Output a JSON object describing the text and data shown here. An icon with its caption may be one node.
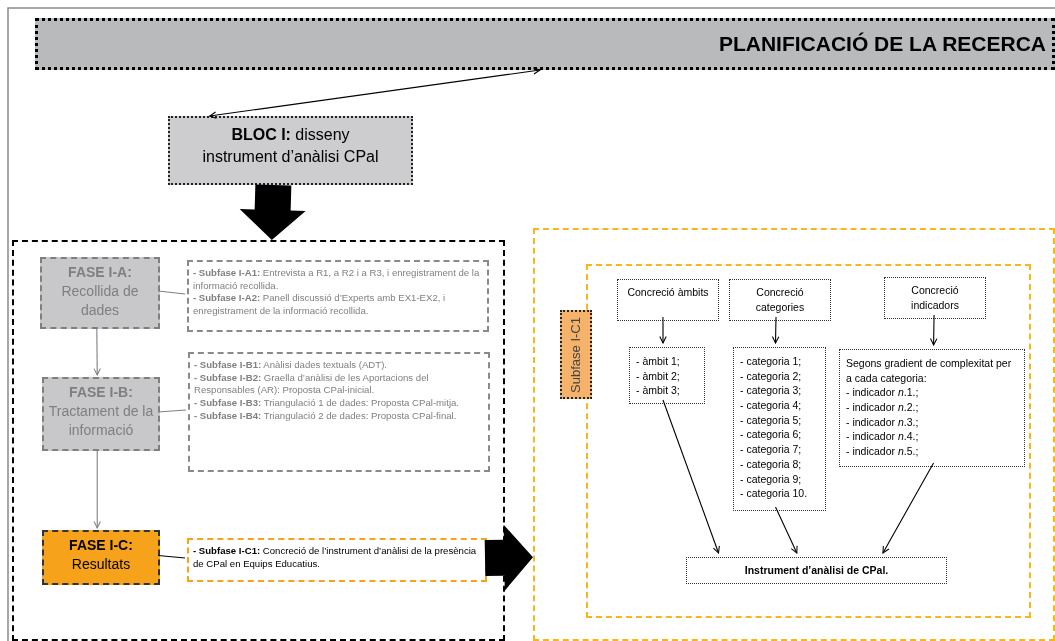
{
  "diagram": {
    "nodes": [
      {
        "text": [
          "PLANIFICACIÓ DE LA RECERCA"
        ]
      },
      {
        "text": [
          "**BLOC I:** disseny instrument d’anàlisi CPal"
        ]
      },
      {
        "text": [],
        "shape": "box"
      },
      {
        "text": [
          "FASE I-A:",
          "Recollida de dades"
        ],
        "in": 2
      },
      {
        "text": [
          "**- Subfase I-A1:** Entrevista a R1, a R2 i a R3, i enregistrament de la informació recollida.",
          "**- Subfase I-A2:** Panell discussió d’Experts amb EX1-EX2, i enregistrament de la informació recollida."
        ],
        "in": 2
      },
      {
        "text": [
          "FASE I-B:",
          "Tractament de la informació"
        ],
        "in": 2
      },
      {
        "text": [
          "**- Subfase I-B1:** Anàlisi dades textuals (ADT).",
          "**- Subfase I-B2:** Graella d’anàlisi de les Aportacions del Responsables (AR): Proposta CPal-inicial.",
          "**- Subfase I-B3:** Triangulació 1 de dades: Proposta CPal-mitja.",
          "**- Subfase I-B4:** Triangulació 2 de dades: Proposta CPal-final."
        ],
        "in": 2
      },
      {
        "text": [
          "FASE I-C:",
          "Resultats"
        ],
        "in": 2
      },
      {
        "text": [
          "**- Subfase I-C1:** Concreció de l’instrument d’anàlisi de la presència de CPal en Equips Educatius."
        ],
        "in": 2
      },
      {
        "text": [],
        "shape": "box"
      },
      {
        "text": [],
        "shape": "box",
        "in": 9
      },
      {
        "text": [
          "Subfase I-C1"
        ],
        "in": 9
      },
      {
        "text": [
          "Concreció àmbits"
        ],
        "in": 10
      },
      {
        "text": [
          "Concreció categories"
        ],
        "in": 10
      },
      {
        "text": [
          "Concreció indicadors"
        ],
        "in": 10
      },
      {
        "text": [
          "- àmbit 1;",
          "- àmbit 2;",
          "- àmbit 3;"
        ],
        "in": 10
      },
      {
        "text": [
          "- categoria 1;",
          "- categoria 2;",
          "- categoria 3;",
          "- categoria 4;",
          "- categoria 5;",
          "- categoria 6;",
          "- categoria 7;",
          "- categoria 8;",
          "- categoria 9;",
          "- categoria 10."
        ],
        "in": 10
      },
      {
        "text": [
          "Segons gradient de complexitat per a cada categoria:",
          "- indicador *n*.1.;",
          "- indicador *n*.2.;",
          "- indicador *n*.3.;",
          "- indicador *n*.4.;",
          "- indicador *n*.5.;"
        ],
        "in": 10
      },
      {
        "text": [
          "Instrument d’anàlisi de CPal."
        ],
        "in": 10
      }
    ],
    "edges": [
      {
        "from": 0,
        "to": 1,
        "arrow": "both"
      },
      {
        "from": 1,
        "to": 2,
        "arrow": "to",
        "style": "thick"
      },
      {
        "from": 3,
        "to": 5,
        "arrow": "to",
        "color": "#808080"
      },
      {
        "from": 5,
        "to": 7,
        "arrow": "to",
        "color": "#808080"
      },
      {
        "from": 3,
        "to": 4,
        "arrow": "none",
        "color": "#808080"
      },
      {
        "from": 5,
        "to": 6,
        "arrow": "none",
        "color": "#808080"
      },
      {
        "from": 7,
        "to": 8,
        "arrow": "none"
      },
      {
        "from": 8,
        "to": 9,
        "arrow": "to",
        "style": "thick"
      },
      {
        "from": 12,
        "to": 15,
        "arrow": "to"
      },
      {
        "from": 13,
        "to": 16,
        "arrow": "to"
      },
      {
        "from": 14,
        "to": 17,
        "arrow": "to"
      },
      {
        "from": 15,
        "to": 18,
        "arrow": "to"
      },
      {
        "from": 16,
        "to": 18,
        "arrow": "to"
      },
      {
        "from": 17,
        "to": 18,
        "arrow": "to"
      }
    ]
  }
}
